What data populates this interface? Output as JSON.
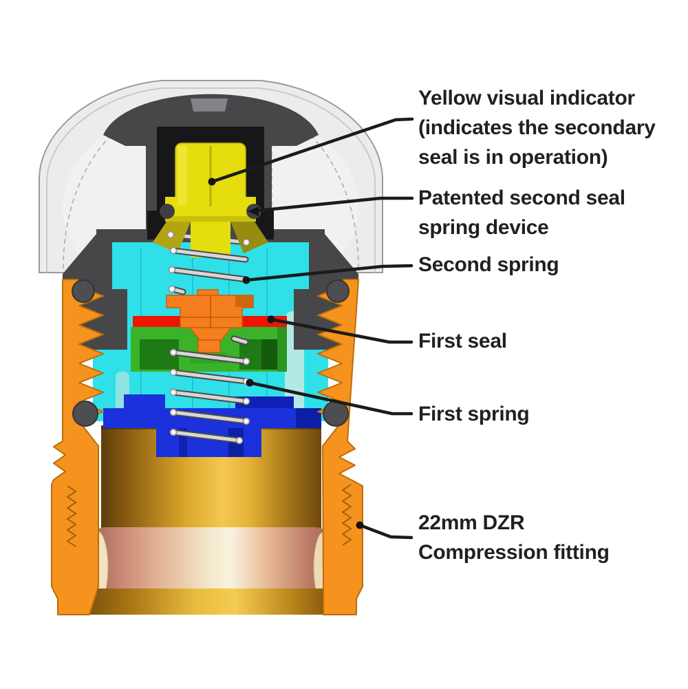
{
  "diagram": {
    "type": "technical-cutaway",
    "subject": "Valve cartridge cross-section with secondary seal and 22mm DZR compression fitting",
    "background": "#ffffff"
  },
  "labels": [
    {
      "name": "yellow-visual-indicator",
      "text": "Yellow visual indicator\n(indicates the secondary\nseal is in operation)"
    },
    {
      "name": "patented-second-seal-spring-device",
      "text": "Patented second seal\nspring device"
    },
    {
      "name": "second-spring",
      "text": "Second spring"
    },
    {
      "name": "first-seal",
      "text": "First seal"
    },
    {
      "name": "first-spring",
      "text": "First spring"
    },
    {
      "name": "compression-fitting",
      "text": "22mm DZR\nCompression fitting"
    }
  ],
  "colors": {
    "label_text": "#231F20",
    "leader_line": "#1B1B1B",
    "indicator_yellow": "#E5DD0D",
    "indicator_khaki": "#B3A512",
    "cartridge_cyan": "#2FE0E9",
    "first_seal_red": "#EE1505",
    "seal_carrier_green": "#3AB32A",
    "seal_carrier_dark_green": "#1E7A15",
    "spring_seat_blue": "#1A31DB",
    "stem_orange": "#F57F1E",
    "body_orange": "#F6921E",
    "housing_gray": "#47474A",
    "dome_translucent": "#ECECEF",
    "spring_gray": "#D7D7D7",
    "brass": "#F4C851",
    "copper_pipe": "#E3B695",
    "pipe_end_cream": "#F2E3C2"
  }
}
